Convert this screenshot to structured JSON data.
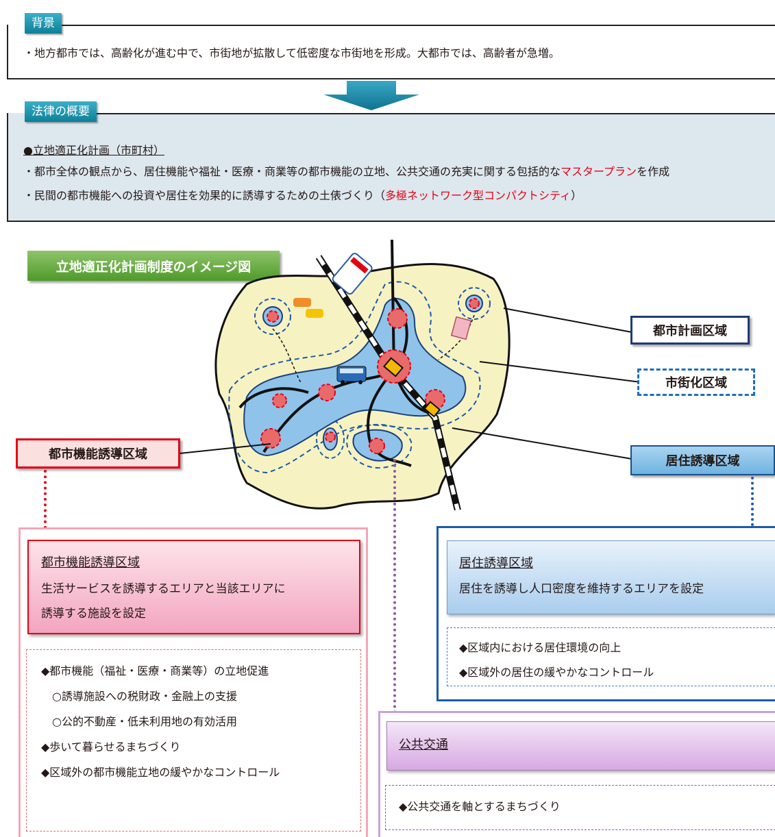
{
  "background": {
    "tag": "背景",
    "text": "・地方都市では、高齢化が進む中で、市街地が拡散して低密度な市街地を形成。大都市では、高齢者が急増。"
  },
  "law": {
    "tag": "法律の概要",
    "heading": "●立地適正化計画（市町村）",
    "line1_a": "・都市全体の観点から、居住機能や福祉・医療・商業等の都市機能の立地、公共交通の充実に関する包括的な",
    "line1_highlight": "マスタープラン",
    "line1_b": "を作成",
    "line2_a": "・民間の都市機能への投資や居住を効果的に誘導するための土俵づくり（",
    "line2_highlight": "多極ネットワーク型コンパクトシティ",
    "line2_b": "）"
  },
  "diagram": {
    "title": "立地適正化計画制度のイメージ図",
    "label_city_planning": "都市計画区域",
    "label_urbanization": "市街化区域",
    "label_urban_function": "都市機能誘導区域",
    "label_residence": "居住誘導区域"
  },
  "urban_function_panel": {
    "title": "都市機能誘導区域",
    "desc1": "生活サービスを誘導するエリアと当該エリアに",
    "desc2": "誘導する施設を設定",
    "items": [
      "◆都市機能（福祉・医療・商業等）の立地促進",
      "○誘導施設への税財政・金融上の支援",
      "○公的不動産・低未利用地の有効活用",
      "◆歩いて暮らせるまちづくり",
      "◆区域外の都市機能立地の緩やかなコントロール"
    ]
  },
  "residence_panel": {
    "title": "居住誘導区域",
    "desc": "居住を誘導し人口密度を維持するエリアを設定",
    "items": [
      "◆区域内における居住環境の向上",
      "◆区域外の居住の緩やかなコントロール"
    ]
  },
  "transit_panel": {
    "title": "公共交通",
    "items": [
      "◆公共交通を軸とするまちづくり"
    ]
  },
  "colors": {
    "teal": "#1a8fa8",
    "arrow": "#1d8aa6",
    "red": "#e60012",
    "map_fill": "#f7f2c2",
    "zone_fill": "#8fc3ea",
    "navy": "#1e3b78",
    "purple": "#a77bb5"
  }
}
